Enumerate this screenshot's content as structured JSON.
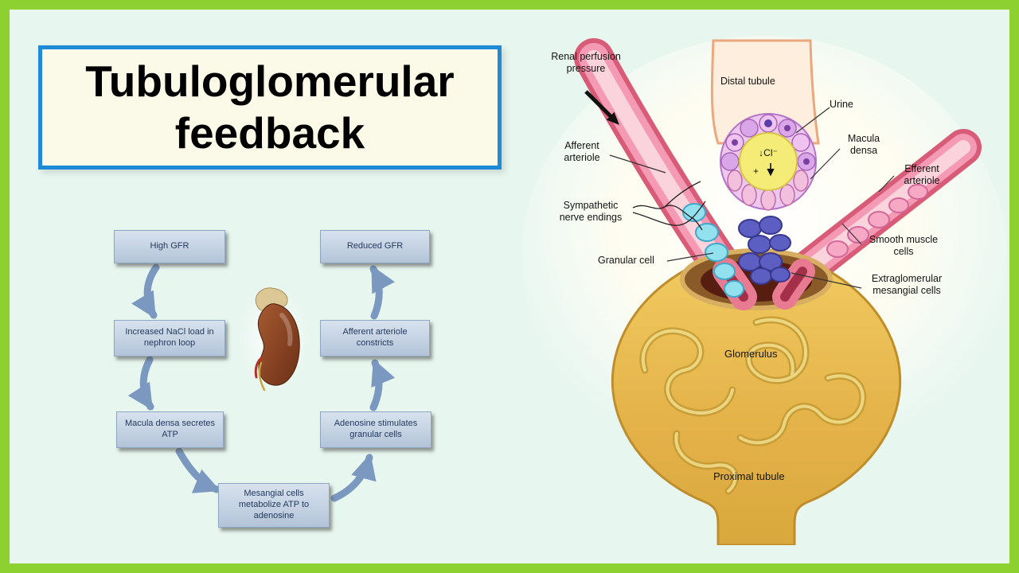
{
  "title": "Tubuloglomerular feedback",
  "flowchart": {
    "nodes": {
      "high_gfr": "High GFR",
      "reduced_gfr": "Reduced GFR",
      "increased_nacl": "Increased NaCl load in nephron loop",
      "afferent_constricts": "Afferent arteriole constricts",
      "macula_densa": "Macula densa secretes ATP",
      "adenosine": "Adenosine stimulates granular cells",
      "mesangial": "Mesangial cells metabolize ATP to adenosine"
    }
  },
  "anatomy": {
    "labels": {
      "renal_perfusion_pressure": "Renal perfusion pressure",
      "distal_tubule": "Distal tubule",
      "urine": "Urine",
      "macula_densa": "Macula densa",
      "afferent_arteriole": "Afferent arteriole",
      "efferent_arteriole": "Efferent arteriole",
      "sympathetic_nerve_endings": "Sympathetic nerve endings",
      "granular_cell": "Granular cell",
      "smooth_muscle_cells": "Smooth muscle cells",
      "extraglomerular_mesangial_cells": "Extraglomerular mesangial cells",
      "glomerulus": "Glomerulus",
      "proximal_tubule": "Proximal tubule",
      "chloride": "↓Cl⁻",
      "plus": "+"
    }
  },
  "colors": {
    "frame_green": "#8cd12f",
    "background_mint": "#e7f6ef",
    "title_border_blue": "#1f8ad6",
    "title_bg_cream": "#fbfae8",
    "box_fill_top": "#d8e2ee",
    "box_fill_bottom": "#b3c4d9",
    "box_text": "#23395d",
    "arrow_blue": "#7b99c0"
  }
}
